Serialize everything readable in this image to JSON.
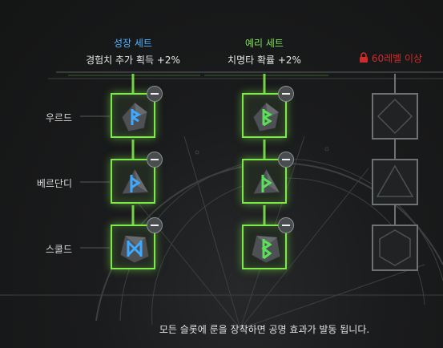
{
  "columns": [
    {
      "set_name": "성장 세트",
      "set_bonus": "경험치 추가 획득 +2%",
      "color": "#4fb3ff"
    },
    {
      "set_name": "예리 세트",
      "set_bonus": "치명타 확률 +2%",
      "color": "#7ee05a"
    },
    {
      "locked_label": "60레벨 이상",
      "color": "#d22a2a"
    }
  ],
  "rows": [
    {
      "label": "우르드"
    },
    {
      "label": "베르단디"
    },
    {
      "label": "스쿨드"
    }
  ],
  "runes": [
    {
      "icon": "blue-rune-stone-icon",
      "glow": "#3fa9ff"
    },
    {
      "icon": "green-rune-stone-icon",
      "glow": "#5ce05a"
    }
  ],
  "footer": "모든 슬롯에 룬을 장착하면 공명 효과가 발동 됩니다."
}
